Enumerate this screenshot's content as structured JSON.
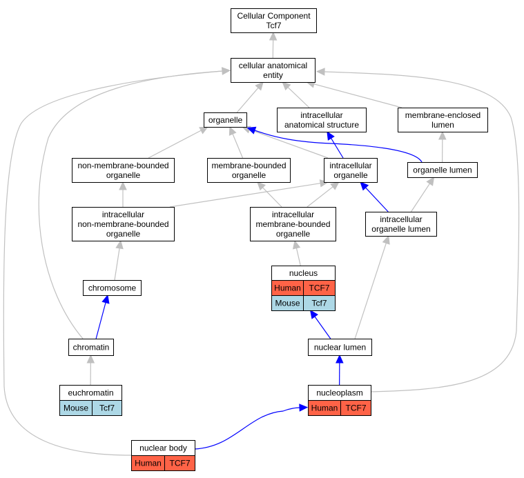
{
  "colors": {
    "edge_gray": "#c0c0c0",
    "edge_blue": "#0000ff",
    "human": "#ff6347",
    "mouse": "#add8e6",
    "node_border": "#000000",
    "node_fill": "#ffffff"
  },
  "nodes": [
    {
      "id": "root",
      "lines": [
        "Cellular Component",
        "Tcf7"
      ]
    },
    {
      "id": "cae",
      "lines": [
        "cellular anatomical",
        "entity"
      ]
    },
    {
      "id": "organelle",
      "lines": [
        "organelle"
      ]
    },
    {
      "id": "ias",
      "lines": [
        "intracellular",
        "anatomical structure"
      ]
    },
    {
      "id": "mel",
      "lines": [
        "membrane-enclosed",
        "lumen"
      ]
    },
    {
      "id": "nmbo",
      "lines": [
        "non-membrane-bounded",
        "organelle"
      ]
    },
    {
      "id": "mbo",
      "lines": [
        "membrane-bounded",
        "organelle"
      ]
    },
    {
      "id": "io",
      "lines": [
        "intracellular",
        "organelle"
      ]
    },
    {
      "id": "ol",
      "lines": [
        "organelle lumen"
      ]
    },
    {
      "id": "inmbo",
      "lines": [
        "intracellular",
        "non-membrane-bounded",
        "organelle"
      ]
    },
    {
      "id": "imbo",
      "lines": [
        "intracellular",
        "membrane-bounded",
        "organelle"
      ]
    },
    {
      "id": "iol",
      "lines": [
        "intracellular",
        "organelle lumen"
      ]
    },
    {
      "id": "nucleus",
      "lines": [
        "nucleus"
      ],
      "rows": [
        {
          "species": "Human",
          "gene": "TCF7",
          "color": "human"
        },
        {
          "species": "Mouse",
          "gene": "Tcf7",
          "color": "mouse"
        }
      ]
    },
    {
      "id": "chromosome",
      "lines": [
        "chromosome"
      ]
    },
    {
      "id": "chromatin",
      "lines": [
        "chromatin"
      ]
    },
    {
      "id": "nlumen",
      "lines": [
        "nuclear lumen"
      ]
    },
    {
      "id": "euchromatin",
      "lines": [
        "euchromatin"
      ],
      "rows": [
        {
          "species": "Mouse",
          "gene": "Tcf7",
          "color": "mouse"
        }
      ]
    },
    {
      "id": "nucleoplasm",
      "lines": [
        "nucleoplasm"
      ],
      "rows": [
        {
          "species": "Human",
          "gene": "TCF7",
          "color": "human"
        }
      ]
    },
    {
      "id": "nbody",
      "lines": [
        "nuclear body"
      ],
      "rows": [
        {
          "species": "Human",
          "gene": "TCF7",
          "color": "human"
        }
      ]
    }
  ],
  "edges": [
    {
      "from": "cae",
      "to": "root",
      "color": "gray"
    },
    {
      "from": "organelle",
      "to": "cae",
      "color": "gray"
    },
    {
      "from": "ias",
      "to": "cae",
      "color": "gray"
    },
    {
      "from": "mel",
      "to": "cae",
      "color": "gray"
    },
    {
      "from": "nmbo",
      "to": "organelle",
      "color": "gray"
    },
    {
      "from": "mbo",
      "to": "organelle",
      "color": "gray"
    },
    {
      "from": "io",
      "to": "organelle",
      "color": "gray"
    },
    {
      "from": "io",
      "to": "ias",
      "color": "blue"
    },
    {
      "from": "ol",
      "to": "organelle",
      "color": "blue"
    },
    {
      "from": "ol",
      "to": "mel",
      "color": "gray"
    },
    {
      "from": "inmbo",
      "to": "nmbo",
      "color": "gray"
    },
    {
      "from": "inmbo",
      "to": "io",
      "color": "gray"
    },
    {
      "from": "imbo",
      "to": "mbo",
      "color": "gray"
    },
    {
      "from": "imbo",
      "to": "io",
      "color": "gray"
    },
    {
      "from": "iol",
      "to": "io",
      "color": "blue"
    },
    {
      "from": "iol",
      "to": "ol",
      "color": "gray"
    },
    {
      "from": "nucleus",
      "to": "imbo",
      "color": "gray"
    },
    {
      "from": "chromosome",
      "to": "inmbo",
      "color": "gray"
    },
    {
      "from": "chromatin",
      "to": "chromosome",
      "color": "blue"
    },
    {
      "from": "chromatin",
      "to": "cae",
      "color": "gray"
    },
    {
      "from": "nlumen",
      "to": "nucleus",
      "color": "blue"
    },
    {
      "from": "nlumen",
      "to": "iol",
      "color": "gray"
    },
    {
      "from": "euchromatin",
      "to": "chromatin",
      "color": "gray"
    },
    {
      "from": "nucleoplasm",
      "to": "nlumen",
      "color": "blue"
    },
    {
      "from": "nucleoplasm",
      "to": "cae",
      "color": "gray"
    },
    {
      "from": "nbody",
      "to": "nucleoplasm",
      "color": "blue"
    },
    {
      "from": "nbody",
      "to": "cae",
      "color": "gray"
    }
  ]
}
